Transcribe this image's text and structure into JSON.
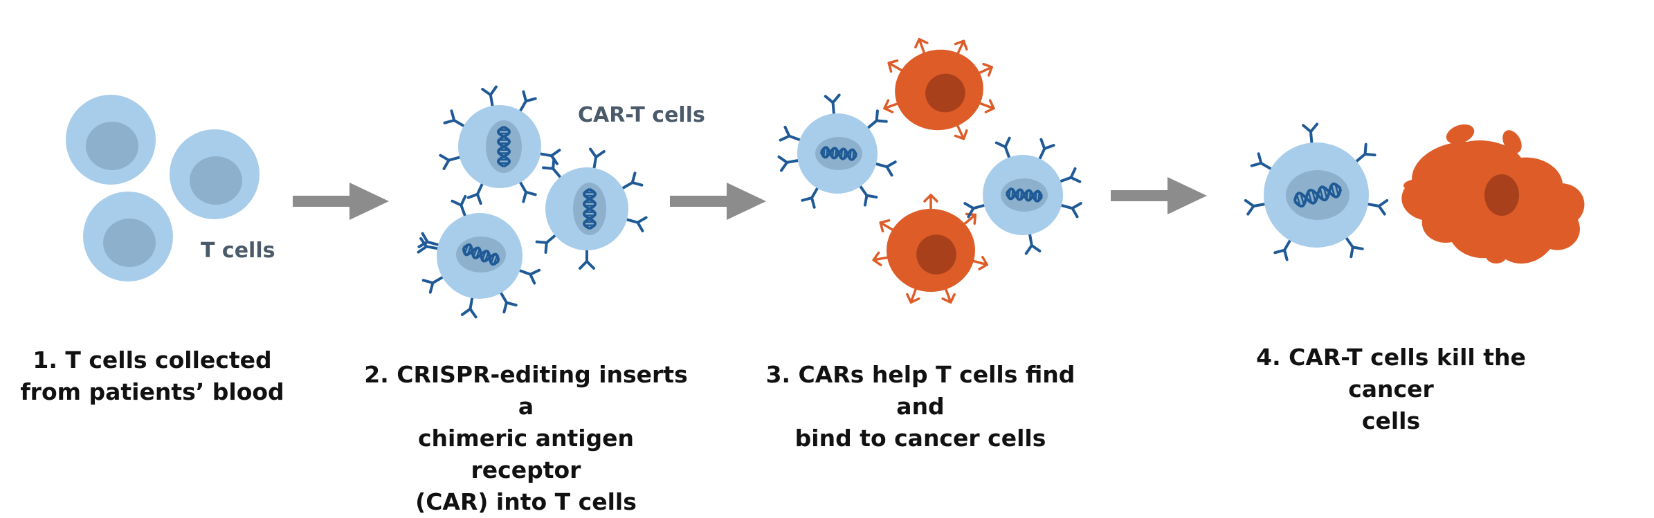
{
  "labels": {
    "t_cells": "T cells",
    "car_t_cells": "CAR-T cells"
  },
  "captions": [
    {
      "lines": [
        "1. T cells collected",
        "from patients’ blood"
      ]
    },
    {
      "lines": [
        "2. CRISPR-editing inserts a",
        "chimeric antigen receptor",
        "(CAR) into T cells"
      ]
    },
    {
      "lines": [
        "3. CARs help T cells find and",
        "bind to cancer cells"
      ]
    },
    {
      "lines": [
        "4. CAR-T cells kill the cancer",
        "cells"
      ]
    }
  ],
  "colors": {
    "t_cell": "#a8cdeb",
    "t_cell_nucleus": "#8db1cc",
    "receptor": "#1f5a96",
    "cancer_cell": "#dd5c28",
    "cancer_nucleus": "#a8401c",
    "arrow": "#8c8c8c",
    "label": "#4a5a6a"
  },
  "icons": [
    "t-cell-icon",
    "car-t-cell-icon",
    "dna-icon",
    "cancer-cell-icon",
    "dying-cancer-cell-icon",
    "process-arrow-icon"
  ]
}
